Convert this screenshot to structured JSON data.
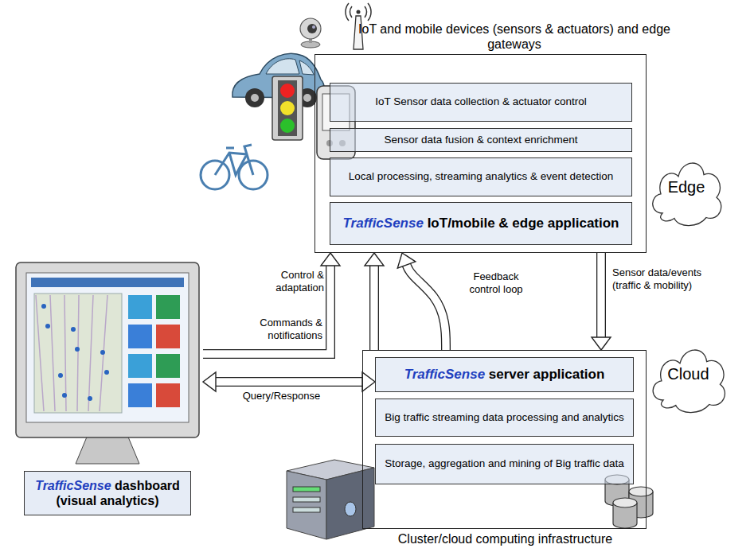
{
  "diagram": {
    "nodes": [
      {
        "text": [
          "IoT and mobile devices (sensors & actuators) and edge gateways"
        ]
      },
      {
        "text": [
          "IoT Sensor data collection & actuator control"
        ],
        "in": 0
      },
      {
        "text": [
          "Sensor data fusion & context enrichment"
        ],
        "in": 0
      },
      {
        "text": [
          "Local processing, streaming analytics & event detection"
        ],
        "in": 0
      },
      {
        "text": [
          "TrafficSense IoT/mobile & edge application"
        ],
        "in": 0
      },
      {
        "text": [
          "Edge"
        ]
      },
      {
        "text": [
          "Cluster/cloud computing infrastructure"
        ]
      },
      {
        "text": [
          "TrafficSense server application"
        ],
        "in": 6
      },
      {
        "text": [
          "Big traffic streaming data processing and analytics"
        ],
        "in": 6
      },
      {
        "text": [
          "Storage, aggregation and mining of Big traffic data"
        ],
        "in": 6
      },
      {
        "text": [
          "Cloud"
        ]
      },
      {
        "text": [
          "TrafficSense dashboard (visual analytics)"
        ]
      }
    ],
    "edges": [
      {
        "from": 0,
        "to": 6,
        "label": "Sensor data/events (traffic & mobility)",
        "arrow": "to"
      },
      {
        "from": 6,
        "to": 0,
        "label": "Control & adaptation",
        "arrow": "to"
      },
      {
        "from": 11,
        "to": 0,
        "label": "Commands & notifications",
        "arrow": "to"
      },
      {
        "from": 11,
        "to": 7,
        "label": "Query/Response",
        "arrow": "both"
      },
      {
        "from": 6,
        "to": 0,
        "label": "Feedback control loop",
        "arrow": "to"
      }
    ]
  }
}
